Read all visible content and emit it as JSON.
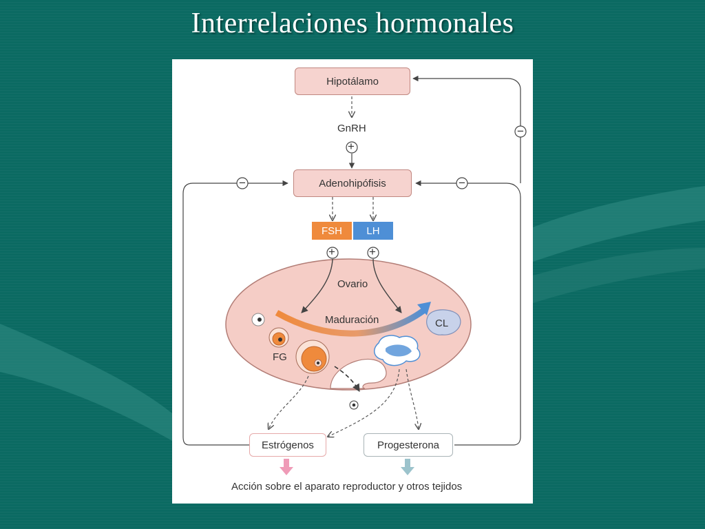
{
  "slide": {
    "title": "Interrelaciones hormonales"
  },
  "diagram": {
    "hipotalamo": "Hipotálamo",
    "gnrh": "GnRH",
    "adenohipofisis": "Adenohipófisis",
    "fsh": "FSH",
    "lh": "LH",
    "ovario": "Ovario",
    "maduracion": "Maduración",
    "cl": "CL",
    "fg": "FG",
    "estrogenos": "Estrógenos",
    "progesterona": "Progesterona",
    "accion": "Acción sobre el aparato reproductor y otros tejidos",
    "plus_sign": "+",
    "minus_sign": "−"
  },
  "colors": {
    "background": "#0b6a62",
    "box_fill": "#f6d3cf",
    "fsh": "#ef8a3c",
    "lh": "#4e8fd6",
    "ovary": "#f5cdc6"
  }
}
